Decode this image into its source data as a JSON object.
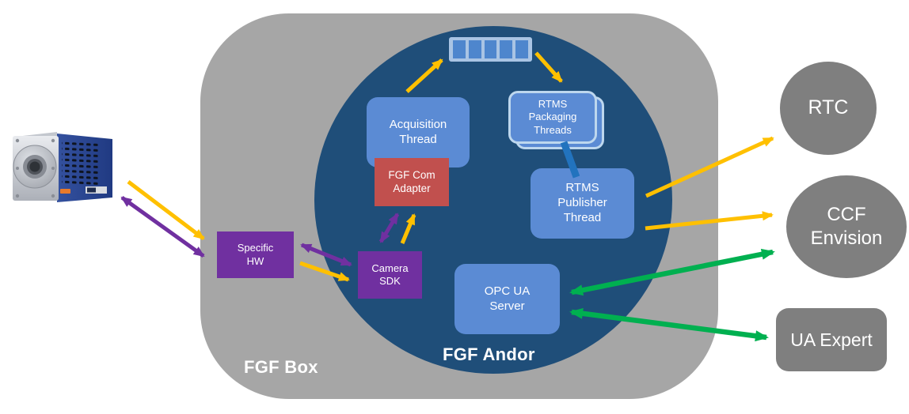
{
  "diagram_title": "FGF camera architecture diagram",
  "containers": {
    "fgf_box": {
      "label": "FGF Box"
    },
    "fgf_andor": {
      "label": "FGF Andor"
    }
  },
  "nodes": {
    "acquisition_thread": {
      "label": "Acquisition\nThread"
    },
    "fgf_com_adapter": {
      "label": "FGF Com\nAdapter"
    },
    "rtms_packaging_threads": {
      "label": "RTMS\nPackaging\nThreads"
    },
    "rtms_publisher_thread": {
      "label": "RTMS\nPublisher\nThread"
    },
    "opc_ua_server": {
      "label": "OPC UA\nServer"
    },
    "specific_hw": {
      "label": "Specific\nHW"
    },
    "camera_sdk": {
      "label": "Camera\nSDK"
    }
  },
  "externals": {
    "rtc": {
      "label": "RTC"
    },
    "ccf_envision": {
      "label": "CCF\nEnvision"
    },
    "ua_expert": {
      "label": "UA Expert"
    }
  },
  "frame_queue": {
    "cells": 5
  },
  "camera": {
    "description": "Andor scientific camera photo"
  },
  "edges": [
    {
      "from": "camera",
      "to": "specific_hw",
      "color": "yellow",
      "direction": "one-way"
    },
    {
      "from": "camera",
      "to": "specific_hw",
      "color": "purple",
      "direction": "two-way"
    },
    {
      "from": "specific_hw",
      "to": "camera_sdk",
      "color": "purple",
      "direction": "two-way"
    },
    {
      "from": "specific_hw",
      "to": "camera_sdk",
      "color": "yellow",
      "direction": "one-way"
    },
    {
      "from": "camera_sdk",
      "to": "fgf_com_adapter",
      "color": "purple",
      "direction": "two-way"
    },
    {
      "from": "camera_sdk",
      "to": "fgf_com_adapter",
      "color": "yellow",
      "direction": "one-way"
    },
    {
      "from": "acquisition_thread",
      "to": "frame_queue",
      "color": "yellow",
      "direction": "one-way"
    },
    {
      "from": "frame_queue",
      "to": "rtms_packaging_threads",
      "color": "yellow",
      "direction": "one-way"
    },
    {
      "from": "rtms_packaging_threads",
      "to": "rtms_publisher_thread",
      "color": "blue",
      "direction": "link"
    },
    {
      "from": "rtms_publisher_thread",
      "to": "rtc",
      "color": "yellow",
      "direction": "one-way"
    },
    {
      "from": "rtms_publisher_thread",
      "to": "ccf_envision",
      "color": "yellow",
      "direction": "one-way"
    },
    {
      "from": "opc_ua_server",
      "to": "ccf_envision",
      "color": "green",
      "direction": "two-way"
    },
    {
      "from": "opc_ua_server",
      "to": "ua_expert",
      "color": "green",
      "direction": "two-way"
    }
  ],
  "palette": {
    "arrow_yellow": "#FFC000",
    "arrow_purple": "#7030A0",
    "arrow_green": "#00B050",
    "link_blue": "#2273BE",
    "circle_navy": "#1F4E79",
    "node_blue": "#5B8BD4",
    "node_border_light": "#BDD7EE",
    "adapter_red": "#C1504E",
    "purple_box": "#7030A0",
    "fgf_box_gray": "#A6A6A6",
    "external_gray": "#7F7F7F",
    "queue_light_blue": "#A9C4E4",
    "queue_cell_blue": "#4E86CD",
    "text_white": "#FFFFFF"
  }
}
